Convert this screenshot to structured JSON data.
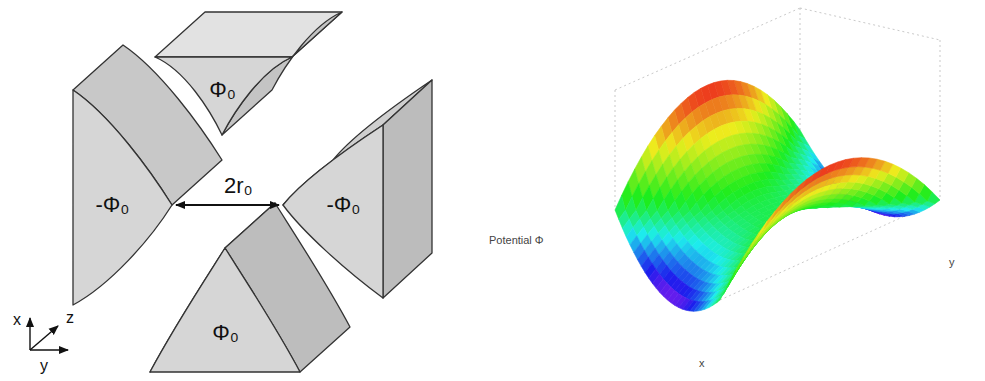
{
  "diagram": {
    "nodes": [
      {
        "text": [
          "Φ₀"
        ]
      },
      {
        "text": [
          "-Φ₀"
        ]
      },
      {
        "text": [
          "-Φ₀"
        ]
      },
      {
        "text": [
          "Φ₀"
        ]
      }
    ],
    "labels": [
      "2r₀",
      "x",
      "z",
      "y",
      "Potential Φ",
      "x",
      "y"
    ]
  }
}
